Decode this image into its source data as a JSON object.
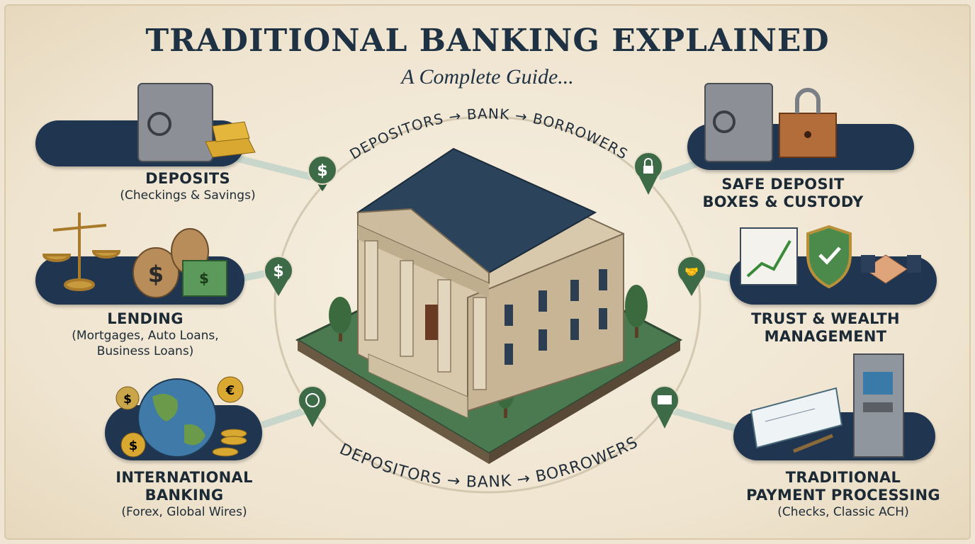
{
  "title": "TRADITIONAL BANKING EXPLAINED",
  "subtitle": "A Complete Guide...",
  "flow_top": "DEPOSITORS → BANK → BORROWERS",
  "flow_bottom": "DEPOSITORS → BANK → BORROWERS",
  "services": [
    {
      "title": "DEPOSITS",
      "subtitle": "(Checkings & Savings)",
      "icon": "vault-gold-icon"
    },
    {
      "title": "LENDING",
      "subtitle": "(Mortgages, Auto Loans, Business Loans)",
      "subtitle_lines": [
        "(Mortgages, Auto Loans,",
        "Business Loans)"
      ],
      "icon": "money-bags-icon"
    },
    {
      "title_lines": [
        "INTERNATIONAL",
        "BANKING"
      ],
      "subtitle": "(Forex, Global Wires)",
      "icon": "globe-coins-icon"
    },
    {
      "title_lines": [
        "SAFE DEPOSIT",
        "BOXES & CUSTODY"
      ],
      "icon": "safe-lock-icon"
    },
    {
      "title_lines": [
        "TRUST & WEALTH",
        "MANAGEMENT"
      ],
      "icon": "shield-handshake-icon"
    },
    {
      "title_lines": [
        "TRADITIONAL",
        "PAYMENT PROCESSING"
      ],
      "subtitle": "(Checks, Classic ACH)",
      "icon": "check-atm-icon"
    }
  ],
  "colors": {
    "navy": "#1f3550",
    "green": "#3e6b47",
    "gold": "#d9a830",
    "cream": "#efe5d2"
  }
}
